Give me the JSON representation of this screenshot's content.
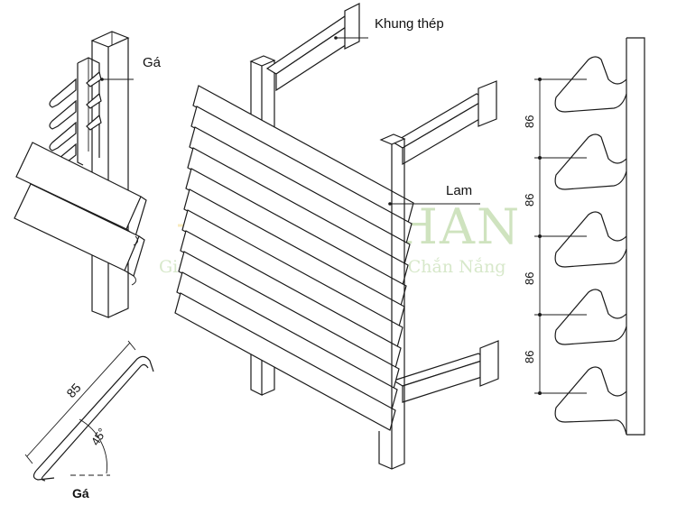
{
  "labels": {
    "frame": "Khung thép",
    "bracket_top": "Gá",
    "louver": "Lam",
    "bracket_bottom": "Gá"
  },
  "detail_dimensions": {
    "blade_length": "85",
    "angle": "45°"
  },
  "spacing_dimensions": [
    "86",
    "86",
    "86",
    "86"
  ],
  "watermark": {
    "brand": "VIET HAN",
    "tagline": "Giải Pháp Trần Nhôm - Lam Chắn Nắng"
  },
  "colors": {
    "line": "#1a1a1a",
    "watermark": "#cfe3bf"
  }
}
